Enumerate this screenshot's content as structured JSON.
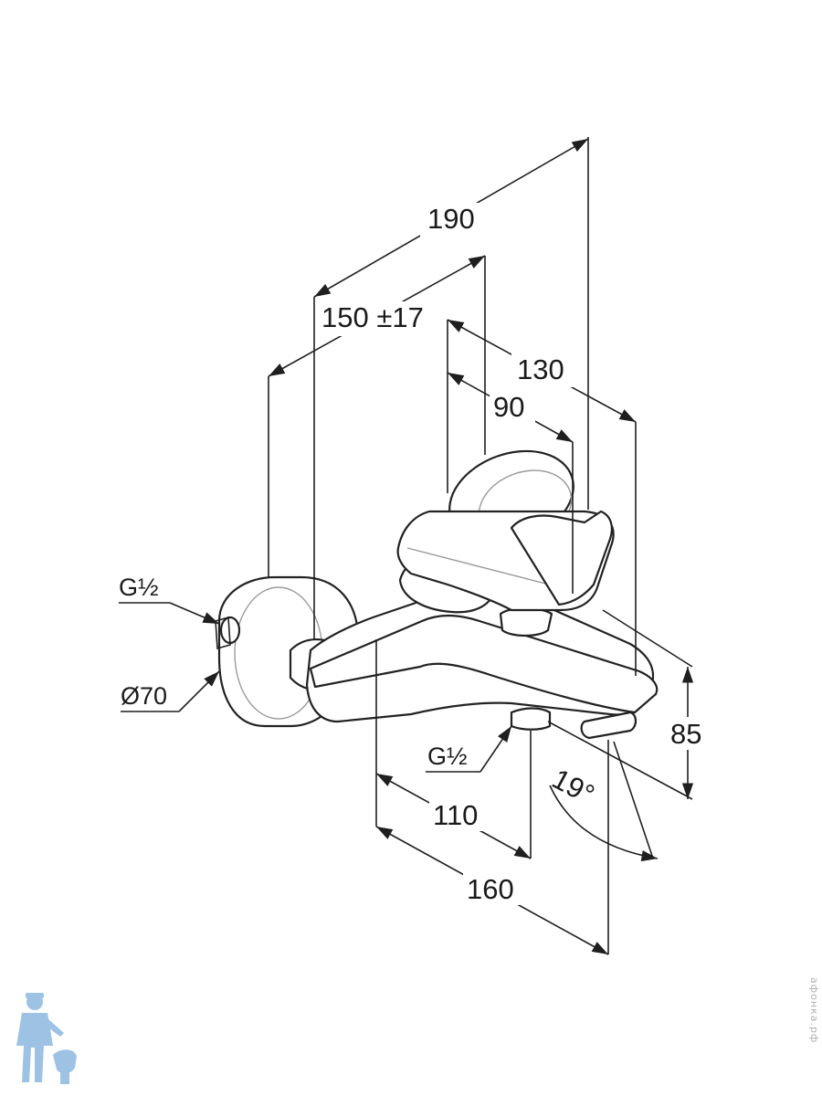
{
  "dimensions": {
    "d190": "190",
    "d150": "150 ±17",
    "d130": "130",
    "d90": "90",
    "d85": "85",
    "d110": "110",
    "d160": "160",
    "angle": "19°"
  },
  "labels": {
    "inlet_thread": "G½",
    "rosette_diameter": "Ø70",
    "outlet_thread": "G½"
  },
  "watermark": "афонка.рф",
  "colors": {
    "line": "#1f1f1f",
    "logo": "#9ec2e4"
  }
}
